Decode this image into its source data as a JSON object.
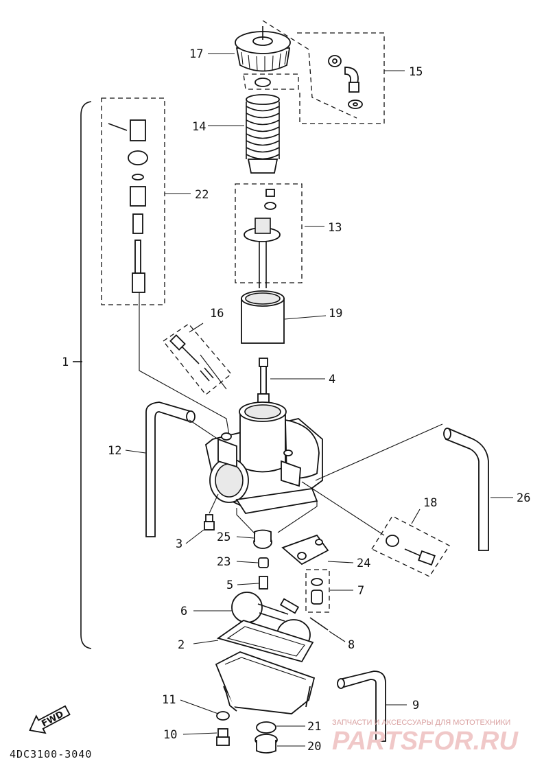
{
  "diagram_code": "4DC3100-3040",
  "fwd_label": "FWD",
  "watermark": {
    "tagline": "ЗАПЧАСТИ И АКСЕССУАРЫ ДЛЯ МОТОТЕХНИКИ",
    "brand": "PARTSFOR.RU"
  },
  "callouts": {
    "c1": "1",
    "c2": "2",
    "c3": "3",
    "c4": "4",
    "c5": "5",
    "c6": "6",
    "c7": "7",
    "c8": "8",
    "c9": "9",
    "c10": "10",
    "c11": "11",
    "c12": "12",
    "c13": "13",
    "c14": "14",
    "c15": "15",
    "c16": "16",
    "c17": "17",
    "c18": "18",
    "c19": "19",
    "c20": "20",
    "c21": "21",
    "c22": "22",
    "c23": "23",
    "c24": "24",
    "c25": "25",
    "c26": "26"
  }
}
